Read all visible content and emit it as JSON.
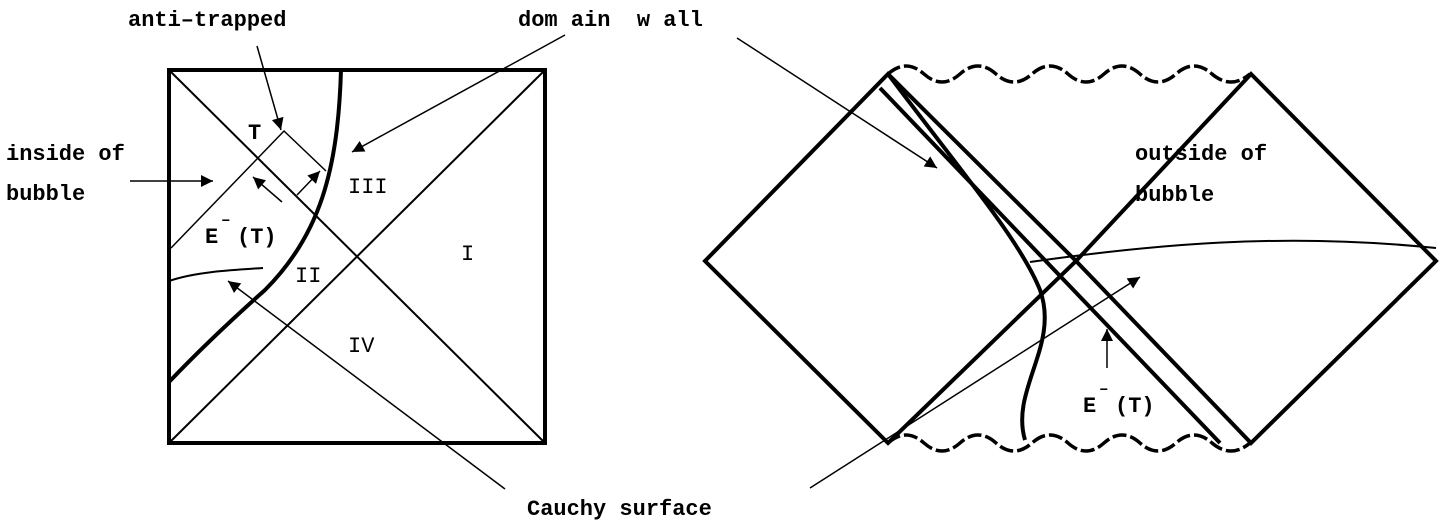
{
  "labels": {
    "anti_trapped": "anti–trapped",
    "domain_wall": "dom ain  w all",
    "inside_line1": "inside of",
    "inside_line2": "bubble",
    "outside_line1": "outside of",
    "outside_line2": "bubble",
    "cauchy_surface": "Cauchy surface",
    "T": "T",
    "E_left": "E",
    "E_left_sup": "–",
    "E_left_arg": "(T)",
    "E_right": "E",
    "E_right_sup": "–",
    "E_right_arg": "(T)"
  },
  "regions": {
    "I": "I",
    "II": "II",
    "III": "III",
    "IV": "IV"
  }
}
